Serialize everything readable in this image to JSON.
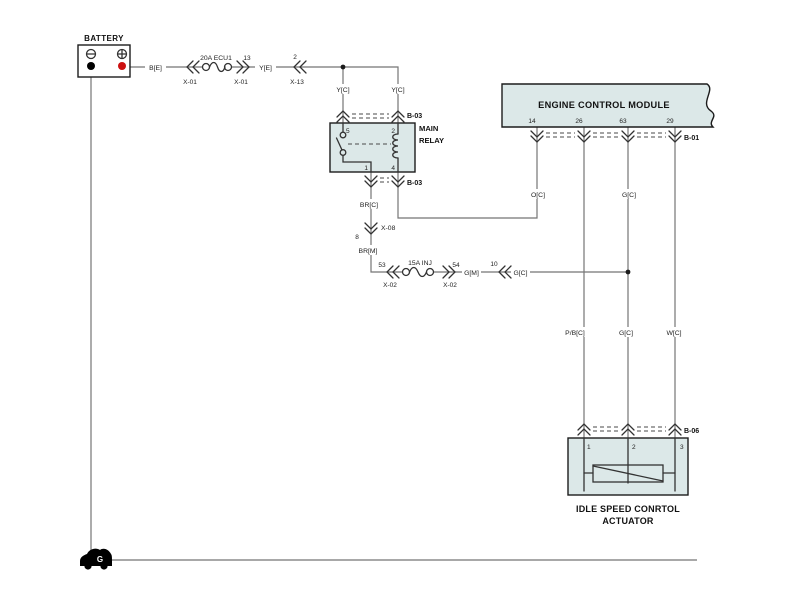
{
  "colors": {
    "box_fill": "#dce8e8",
    "battery_positive": "#cc1111",
    "terminal_negative": "#000000",
    "wire": "#757575",
    "outline": "#1c1c1c"
  },
  "battery": {
    "title": "BATTERY"
  },
  "ground": {
    "label": "G"
  },
  "power_run": {
    "wire_be": "B[E]",
    "conn_x01a": "X-01",
    "fuse_ecu": "20A ECU1",
    "pin_13": "13",
    "conn_x01b": "X-01",
    "wire_ye": "Y[E]",
    "pin_2": "2",
    "conn_x13": "X-13"
  },
  "relay": {
    "title_line1": "MAIN",
    "title_line2": "RELAY",
    "conn_top": "B-03",
    "conn_bottom": "B-03",
    "wire_yc_left": "Y[C]",
    "wire_yc_right": "Y[C]",
    "pin_5": "5",
    "pin_2": "2",
    "pin_1": "1",
    "pin_4": "4"
  },
  "injector_run": {
    "wire_brc": "BR[C]",
    "conn_x08": "X-08",
    "pin_8": "8",
    "wire_brm": "BR[M]",
    "pin_53": "53",
    "conn_x02a": "X-02",
    "fuse_inj": "15A INJ",
    "pin_54": "54",
    "conn_x02b": "X-02",
    "wire_gm": "G[M]",
    "pin_10": "10",
    "wire_gc": "G[C]"
  },
  "ecm": {
    "title": "ENGINE CONTROL MODULE",
    "conn": "B-01",
    "pin_14": "14",
    "pin_26": "26",
    "pin_63": "63",
    "pin_29": "29",
    "wire_oc": "O[C]",
    "wire_gc_upper": "G[C]",
    "wire_pbc": "P/B[C]",
    "wire_gc_lower": "G[C]",
    "wire_wc": "W[C]"
  },
  "actuator": {
    "title_line1": "IDLE SPEED CONRTOL",
    "title_line2": "ACTUATOR",
    "conn": "B-06",
    "pin_1": "1",
    "pin_2": "2",
    "pin_3": "3"
  }
}
